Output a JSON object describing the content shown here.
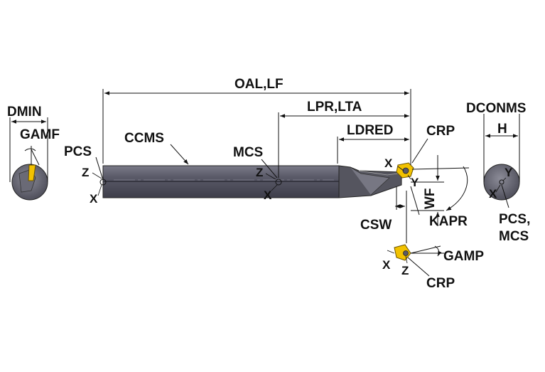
{
  "labels": {
    "oal_lf": "OAL,LF",
    "lpr_lta": "LPR,LTA",
    "ldred": "LDRED",
    "ccms": "CCMS",
    "pcs_left": "PCS",
    "mcs": "MCS",
    "dmin": "DMIN",
    "gamf": "GAMF",
    "dconms": "DCONMS",
    "h": "H",
    "crp_top": "CRP",
    "wf": "WF",
    "kapr": "KAPR",
    "csw": "CSW",
    "gamp": "GAMP",
    "crp_bottom": "CRP",
    "pcs_mcs_line1": "PCS,",
    "pcs_mcs_line2": "MCS"
  },
  "axes": {
    "x": "X",
    "y": "Y",
    "z": "Z"
  },
  "colors": {
    "tool_body": "#5d5d6a",
    "tool_dark": "#3a3a45",
    "tool_light": "#8a8a96",
    "insert": "#f2c200",
    "insert_dark": "#b08a00"
  }
}
